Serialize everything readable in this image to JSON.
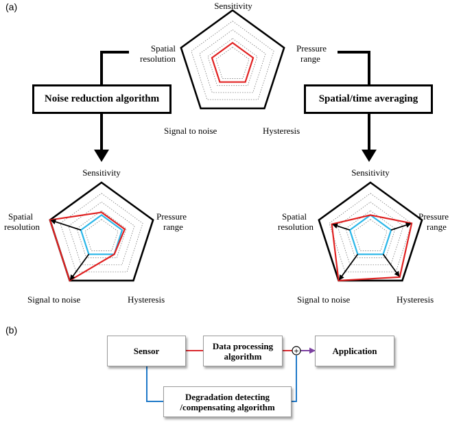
{
  "panel_a": {
    "label": "(a)"
  },
  "panel_b": {
    "label": "(b)"
  },
  "radar_axes": [
    "Sensitivity",
    "Pressure range",
    "Hysteresis",
    "Signal to noise",
    "Spatial resolution"
  ],
  "radar_top": {
    "axis_labels": {
      "sensitivity": "Sensitivity",
      "pressure_range": [
        "Pressure",
        "range"
      ],
      "hysteresis": "Hysteresis",
      "signal_to_noise": "Signal to noise",
      "spatial_resolution": [
        "Spatial",
        "resolution"
      ]
    },
    "series": [
      {
        "color": "#e02020",
        "values": [
          0.4,
          0.4,
          0.4,
          0.4,
          0.4
        ]
      }
    ]
  },
  "radar_left": {
    "axis_labels": {
      "sensitivity": "Sensitivity",
      "pressure_range": [
        "Pressure",
        "range"
      ],
      "hysteresis": "Hysteresis",
      "signal_to_noise": "Signal to noise",
      "spatial_resolution": [
        "Spatial",
        "resolution"
      ]
    },
    "series": [
      {
        "color": "#29b6e8",
        "values": [
          0.4,
          0.4,
          0.4,
          0.4,
          0.4
        ]
      },
      {
        "color": "#e02020",
        "values": [
          0.45,
          0.45,
          0.4,
          1.0,
          1.0
        ]
      }
    ],
    "arrows": [
      "signal_to_noise",
      "spatial_resolution"
    ]
  },
  "radar_right": {
    "axis_labels": {
      "sensitivity": "Sensitivity",
      "pressure_range": [
        "Pressure",
        "range"
      ],
      "hysteresis": "Hysteresis",
      "signal_to_noise": "Signal to noise",
      "spatial_resolution": [
        "Spatial",
        "resolution"
      ]
    },
    "series": [
      {
        "color": "#29b6e8",
        "values": [
          0.4,
          0.4,
          0.4,
          0.4,
          0.4
        ]
      },
      {
        "color": "#e02020",
        "values": [
          0.4,
          0.8,
          0.92,
          1.0,
          0.75
        ]
      }
    ],
    "arrows": [
      "pressure_range",
      "hysteresis",
      "signal_to_noise",
      "spatial_resolution"
    ]
  },
  "algorithms": {
    "noise_reduction": "Noise reduction algorithm",
    "spatial_time": "Spatial/time averaging"
  },
  "flow": {
    "sensor": "Sensor",
    "data_processing": [
      "Data processing",
      "algorithm"
    ],
    "application": "Application",
    "degradation": [
      "Degradation detecting",
      "/compensating algorithm"
    ],
    "sum_symbol": "+"
  },
  "colors": {
    "red": "#e02020",
    "blue": "#29b6e8",
    "flow_red": "#d9262c",
    "flow_blue": "#1e78c8",
    "flow_purple": "#7b3fa0"
  }
}
